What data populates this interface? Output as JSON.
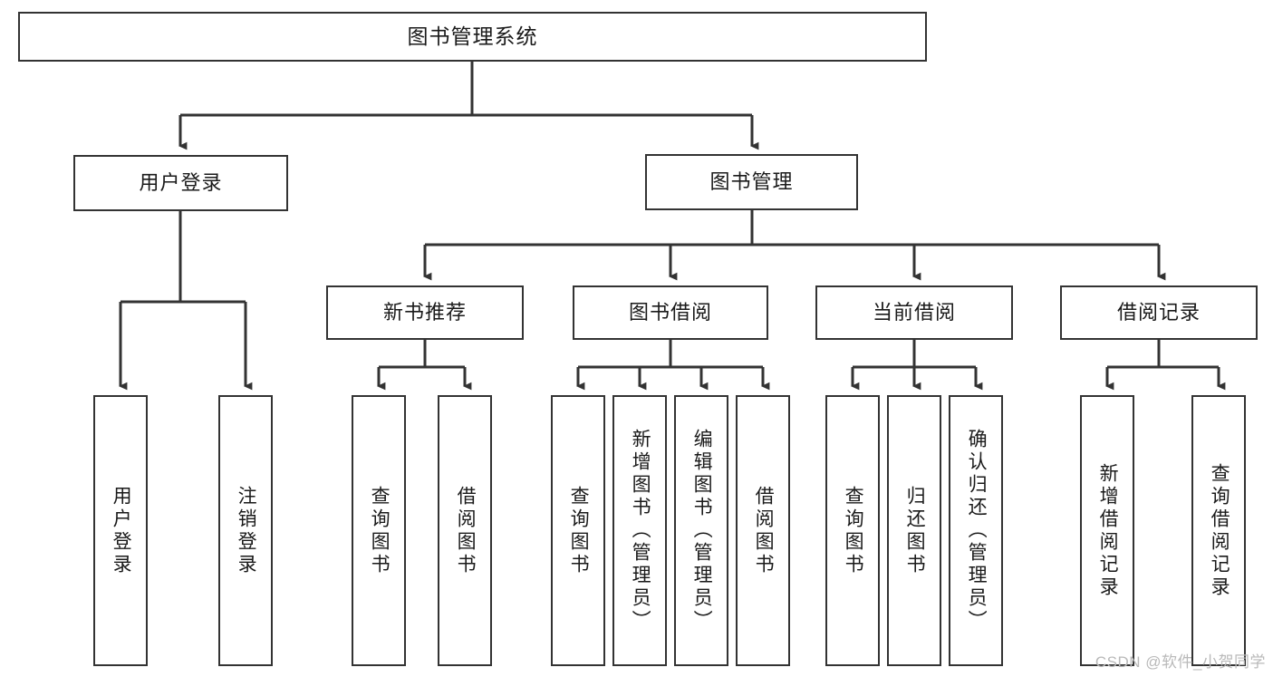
{
  "diagram": {
    "title": "图书管理系统",
    "type": "functional-structure-tree",
    "stroke_color": "#333333",
    "fill_color": "#ffffff",
    "text_color": "#1a1a1a",
    "watermark": "CSDN @软件_小贺同学",
    "levels": {
      "root": {
        "label": "图书管理系统"
      },
      "level2": [
        {
          "label": "用户登录"
        },
        {
          "label": "图书管理"
        }
      ],
      "level3": [
        {
          "label": "新书推荐"
        },
        {
          "label": "图书借阅"
        },
        {
          "label": "当前借阅"
        },
        {
          "label": "借阅记录"
        }
      ],
      "leaves": {
        "user_login": [
          {
            "label": "用户登录"
          },
          {
            "label": "注销登录"
          }
        ],
        "new_book_recommend": [
          {
            "label": "查询图书"
          },
          {
            "label": "借阅图书"
          }
        ],
        "book_borrow": [
          {
            "label": "查询图书"
          },
          {
            "label": "新增图书（管理员）"
          },
          {
            "label": "编辑图书（管理员）"
          },
          {
            "label": "借阅图书"
          }
        ],
        "current_borrow": [
          {
            "label": "查询图书"
          },
          {
            "label": "归还图书"
          },
          {
            "label": "确认归还（管理员）"
          }
        ],
        "borrow_record": [
          {
            "label": "新增借阅记录"
          },
          {
            "label": "查询借阅记录"
          }
        ]
      }
    }
  }
}
